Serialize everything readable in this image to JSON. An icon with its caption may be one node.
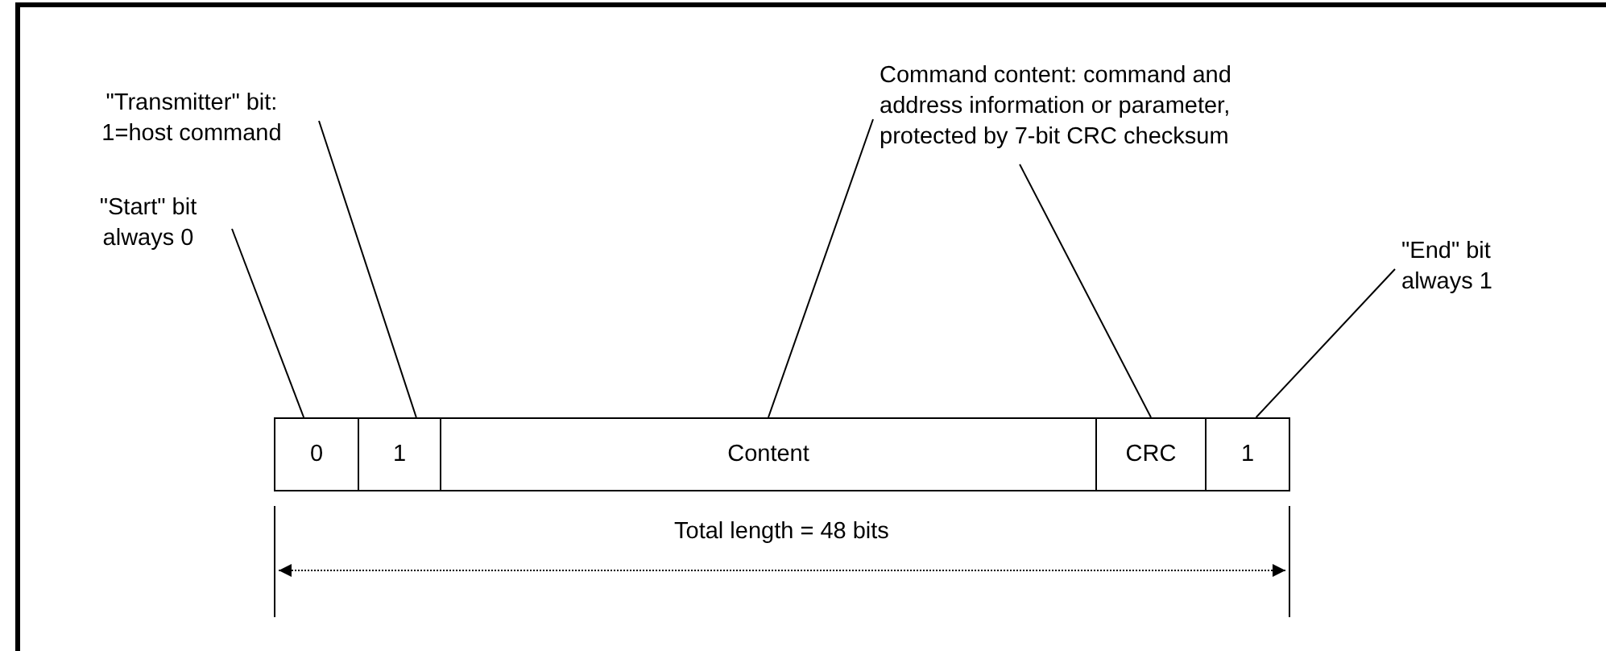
{
  "diagram": {
    "nodes": [
      {
        "text": [
          "\"Transmitter\" bit: 1=host command"
        ]
      },
      {
        "text": [
          "Command content: command and address information or parameter, protected by 7-bit CRC checksum"
        ]
      },
      {
        "text": [
          "\"Start\" bit always 0"
        ]
      },
      {
        "text": [
          "\"End\" bit always 1"
        ]
      },
      {
        "text": [
          "0"
        ]
      },
      {
        "text": [
          "1"
        ]
      },
      {
        "text": [
          "Content"
        ]
      },
      {
        "text": [
          "CRC"
        ]
      },
      {
        "text": [
          "1"
        ]
      }
    ],
    "edges": [
      {
        "from": 2,
        "to": 4,
        "arrow": "none"
      },
      {
        "from": 0,
        "to": 5,
        "arrow": "none"
      },
      {
        "from": 1,
        "to": 6,
        "arrow": "none"
      },
      {
        "from": 1,
        "to": 7,
        "arrow": "none"
      },
      {
        "from": 3,
        "to": 8,
        "arrow": "none"
      }
    ],
    "labels": [
      "Total length = 48 bits"
    ]
  }
}
